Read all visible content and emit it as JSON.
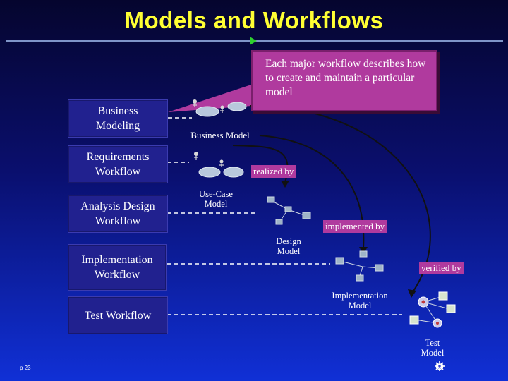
{
  "slide": {
    "title": "Models and Workflows",
    "page_number": "p 23"
  },
  "callout": {
    "text": "Each major workflow describes how to create and maintain a particular model"
  },
  "workflows": [
    {
      "label": "Business Modeling"
    },
    {
      "label": "Requirements Workflow"
    },
    {
      "label": "Analysis Design Workflow"
    },
    {
      "label": "Implementation Workflow"
    },
    {
      "label": "Test Workflow"
    }
  ],
  "models": {
    "business": "Business Model",
    "use_case": "Use-Case Model",
    "design": "Design Model",
    "implementation": "Implementation Model",
    "test": "Test Model"
  },
  "relations": {
    "realized_by": "realized by",
    "implemented_by": "implemented by",
    "verified_by": "verified by"
  },
  "colors": {
    "title": "#ffff33",
    "callout_bg": "#b03a9e",
    "workflow_box": "#21218f",
    "background_top": "#05052e",
    "background_bottom": "#1030d6"
  },
  "icons": [
    "actor-icon",
    "use-case-icon",
    "class-icon",
    "component-icon",
    "test-gear-icon"
  ]
}
